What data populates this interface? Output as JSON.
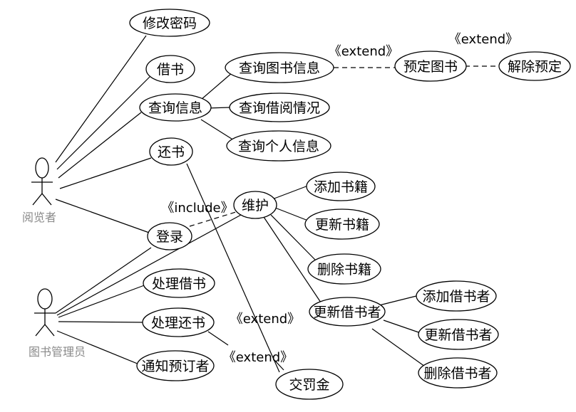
{
  "actors": {
    "reader": "阅览者",
    "librarian": "图书管理员"
  },
  "use_cases": {
    "change_password": "修改密码",
    "borrow_book": "借书",
    "query_info": "查询信息",
    "query_book_info": "查询图书信息",
    "query_borrow_status": "查询借阅情况",
    "query_personal_info": "查询个人信息",
    "return_book": "还书",
    "reserve_book": "预定图书",
    "cancel_reservation": "解除预定",
    "maintain": "维护",
    "login": "登录",
    "add_books": "添加书籍",
    "update_books": "更新书籍",
    "delete_books": "删除书籍",
    "update_borrowers": "更新借书者",
    "add_borrower": "添加借书者",
    "update_borrower": "更新借书者",
    "delete_borrower": "删除借书者",
    "process_borrow": "处理借书",
    "process_return": "处理还书",
    "notify_reserver": "通知预订者",
    "pay_fine": "交罚金"
  },
  "relations": {
    "extend_reserve": "《extend》",
    "extend_cancel": "《extend》",
    "include_login": "《include》",
    "extend_fine_1": "《extend》",
    "extend_fine_2": "《extend》"
  }
}
